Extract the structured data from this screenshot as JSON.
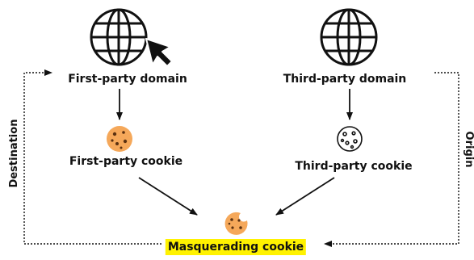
{
  "nodes": {
    "first_party_domain": "First-party domain",
    "third_party_domain": "Third-party domain",
    "first_party_cookie": "First-party cookie",
    "third_party_cookie": "Third-party cookie",
    "masquerading_cookie": "Masquerading cookie"
  },
  "edges": {
    "destination": "Destination",
    "origin": "Origin"
  },
  "icons": {
    "left_globe": "globe-icon",
    "right_globe": "globe-icon",
    "cursor": "cursor-arrow-icon",
    "first_party_cookie": "cookie-icon",
    "third_party_cookie": "cookie-outline-icon",
    "masquerading_cookie": "cookie-icon"
  },
  "colors": {
    "cookie_fill": "#f5a85a",
    "cookie_chip": "#5a3010",
    "highlight": "#fff200"
  }
}
